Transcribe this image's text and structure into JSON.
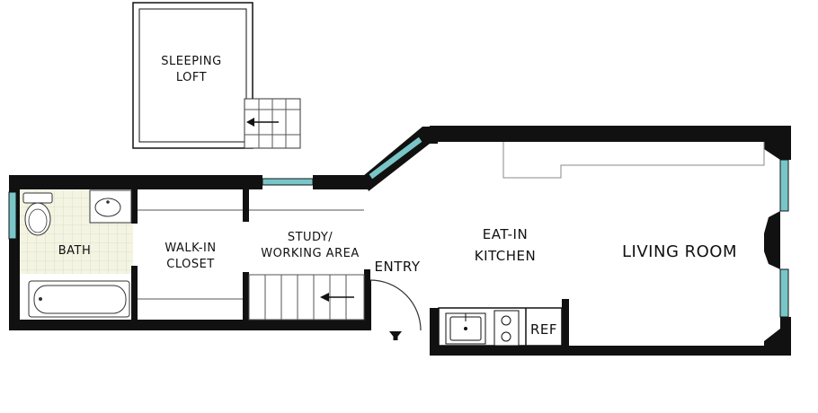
{
  "rooms": {
    "sleeping_loft": [
      "SLEEPING",
      "LOFT"
    ],
    "bath": "BATH",
    "walk_in_closet": [
      "WALK-IN",
      "CLOSET"
    ],
    "study": [
      "STUDY/",
      "WORKING AREA"
    ],
    "entry": "ENTRY",
    "kitchen": [
      "EAT-IN",
      "KITCHEN"
    ],
    "living_room": "LIVING ROOM",
    "ref": "REF"
  },
  "colors": {
    "wall": "#111111",
    "window": "#79c6c8",
    "bath_floor": "#f4f4e2"
  }
}
